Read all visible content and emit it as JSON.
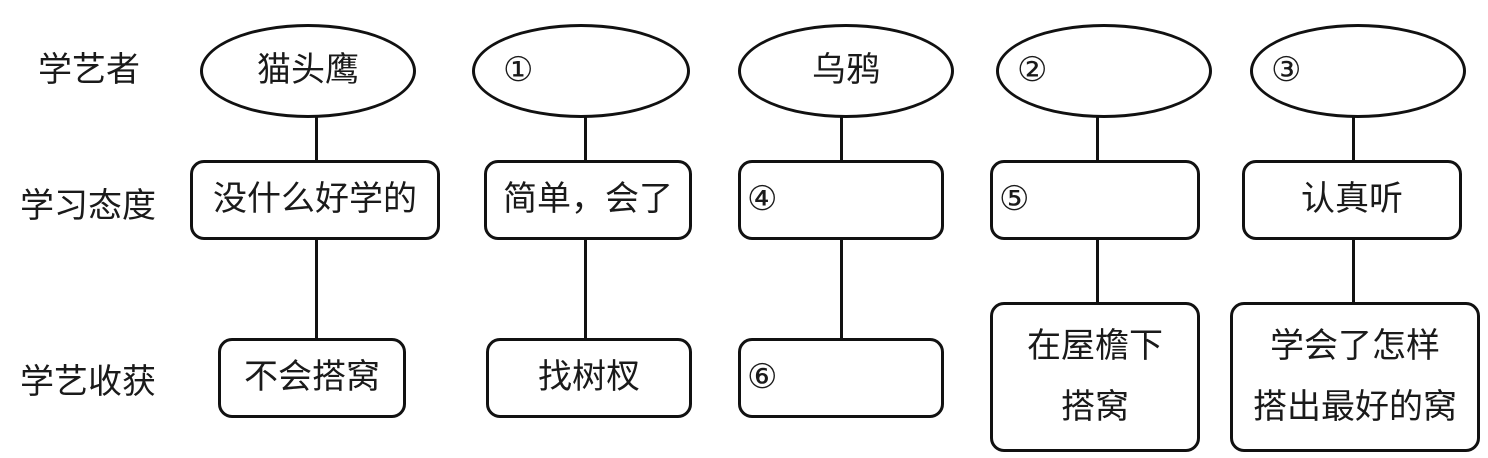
{
  "row_labels": {
    "learner": "学艺者",
    "attitude": "学习态度",
    "gain": "学艺收获"
  },
  "columns": [
    {
      "learner": "猫头鹰",
      "attitude": "没什么好学的",
      "gain": "不会搭窝"
    },
    {
      "learner": "①",
      "attitude": "简单，会了",
      "gain": "找树杈"
    },
    {
      "learner": "乌鸦",
      "attitude": "④",
      "gain": "⑥"
    },
    {
      "learner": "②",
      "attitude": "⑤",
      "gain_line1": "在屋檐下",
      "gain_line2": "搭窝"
    },
    {
      "learner": "③",
      "attitude": "认真听",
      "gain_line1": "学会了怎样",
      "gain_line2": "搭出最好的窝"
    }
  ]
}
